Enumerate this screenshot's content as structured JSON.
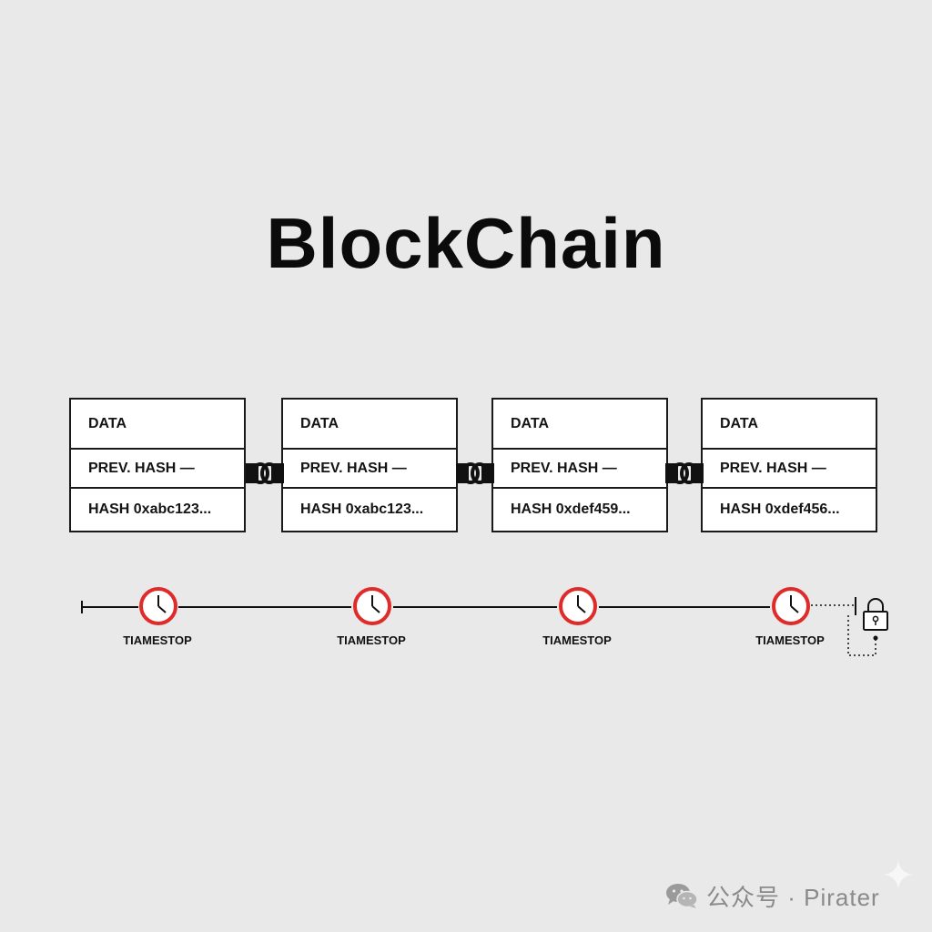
{
  "title": "BlockChain",
  "blocks": [
    {
      "data_label": "DATA",
      "prev_hash_label": "PREV. HASH —",
      "hash_label": "HASH 0xabc123..."
    },
    {
      "data_label": "DATA",
      "prev_hash_label": "PREV. HASH —",
      "hash_label": "HASH 0xabc123..."
    },
    {
      "data_label": "DATA",
      "prev_hash_label": "PREV. HASH —",
      "hash_label": "HASH 0xdef459..."
    },
    {
      "data_label": "DATA",
      "prev_hash_label": "PREV. HASH —",
      "hash_label": "HASH 0xdef456..."
    }
  ],
  "timeline": {
    "labels": [
      "TIAMESTOP",
      "TIAMESTOP",
      "TIAMESTOP",
      "TIAMESTOP"
    ],
    "clock_color": "#e02b2b",
    "end_icon": "lock-icon"
  },
  "watermark": {
    "logo_icon": "wechat-icon",
    "text": "公众号 · Pirater"
  },
  "icons": {
    "chain_link": "chain-link-icon",
    "clock": "clock-icon",
    "sparkle": "sparkle-icon"
  }
}
